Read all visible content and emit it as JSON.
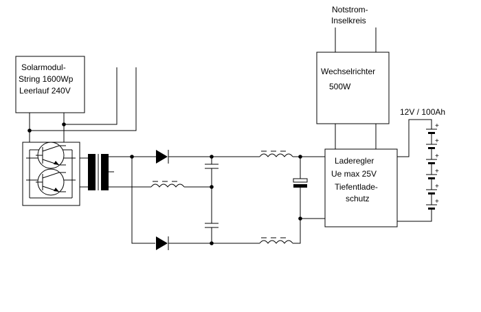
{
  "solar_module": {
    "line1": "Solarmodul-",
    "line2": "String 1600Wp",
    "line3": "Leerlauf 240V"
  },
  "inverter": {
    "line1": "Wechselrichter",
    "line2": "500W"
  },
  "emergency_output": {
    "line1": "Notstrom-",
    "line2": "Inselkreis"
  },
  "charge_controller": {
    "line1": "Laderegler",
    "line2": "Ue max 25V",
    "line3": "Tiefentlade-",
    "line4": "schutz"
  },
  "battery": {
    "label": "12V / 100Ah",
    "cell_sign": "+"
  },
  "colors": {
    "line": "#000000",
    "background": "#ffffff"
  }
}
